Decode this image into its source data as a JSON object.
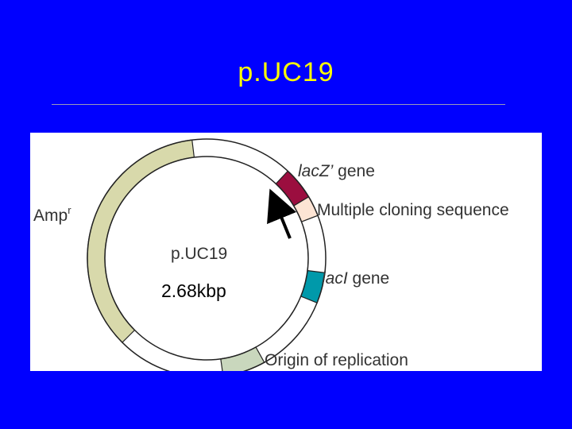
{
  "slide": {
    "title": "p.UC19"
  },
  "plasmid_map": {
    "center_label": "p.UC19",
    "size_label": "2.68kbp",
    "features": {
      "amp": {
        "base": "Amp",
        "superscript": "r",
        "color": "#d8d9ab"
      },
      "lacz": {
        "italic": "lacZ’",
        "suffix": " gene",
        "color": "#9b0e3f"
      },
      "mcs": {
        "label": "Multiple cloning sequence",
        "color": "#fde4d4"
      },
      "laci": {
        "italic": "lacI",
        "suffix": " gene",
        "color": "#0099aa"
      },
      "ori": {
        "label": "Origin of replication",
        "color": "#c9d7bd"
      }
    },
    "arrow_icon": "arrow-up-left-icon"
  }
}
